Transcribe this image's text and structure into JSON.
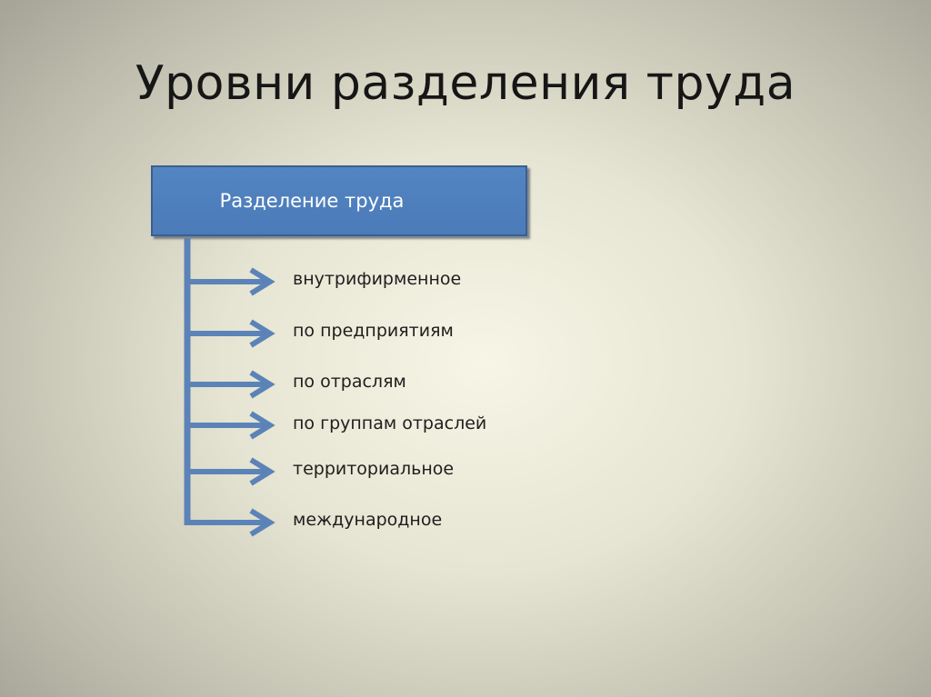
{
  "title": "Уровни разделения труда",
  "diagram": {
    "root": "Разделение труда",
    "branches": [
      "внутрифирменное",
      "по предприятиям",
      "по отраслям",
      "по группам отраслей",
      "территориальное",
      "международное"
    ]
  },
  "colors": {
    "box_fill": "#4f81bd",
    "box_border": "#3b5f8f",
    "connector": "#5b83b8"
  }
}
